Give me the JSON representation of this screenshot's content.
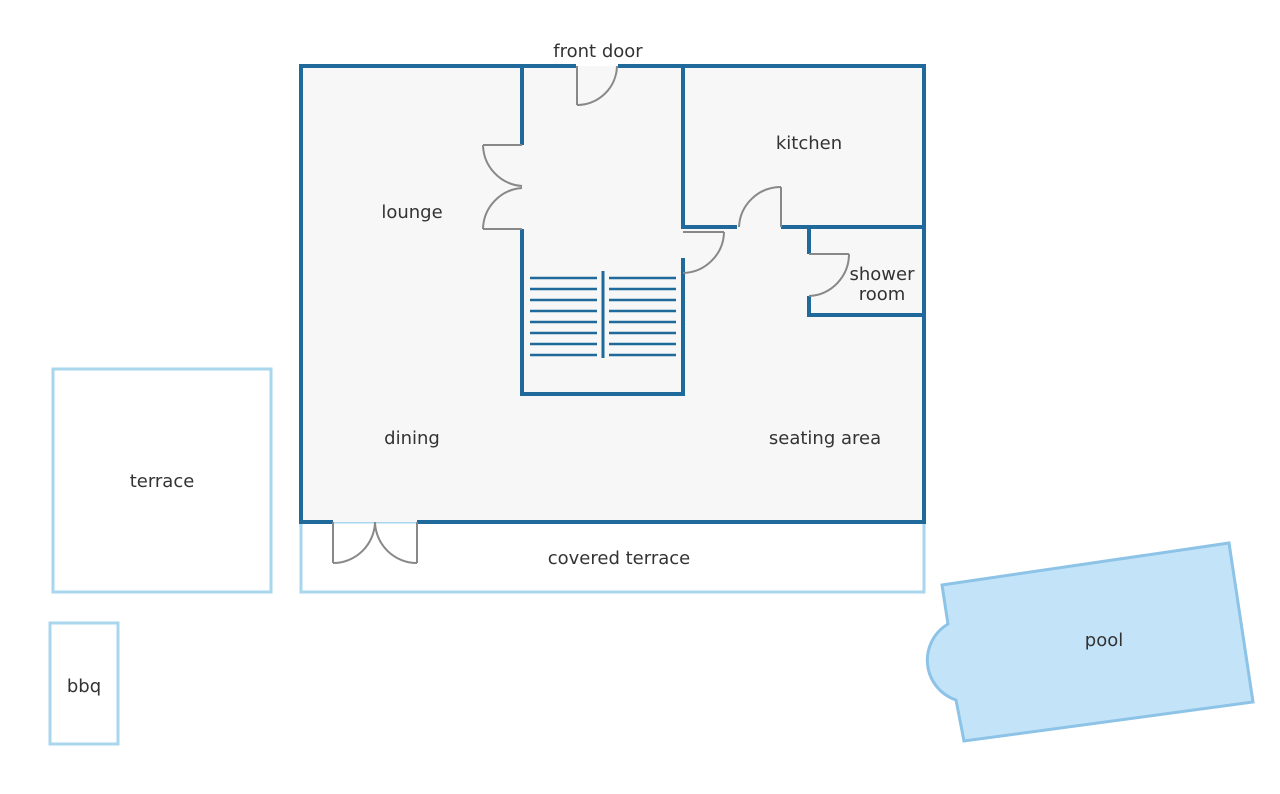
{
  "colors": {
    "wall": "#1f6a9b",
    "outdoor_outline": "#a8d6ec",
    "floor": "#f7f7f7",
    "pool_fill": "#c3e4f8",
    "pool_outline": "#8cc3e6",
    "door": "#888888",
    "text": "#333333"
  },
  "labels": {
    "front_door": "front door",
    "kitchen": "kitchen",
    "lounge": "lounge",
    "shower_room_line1": "shower",
    "shower_room_line2": "room",
    "dining": "dining",
    "seating_area": "seating area",
    "terrace": "terrace",
    "covered_terrace": "covered terrace",
    "bbq": "bbq",
    "pool": "pool"
  }
}
